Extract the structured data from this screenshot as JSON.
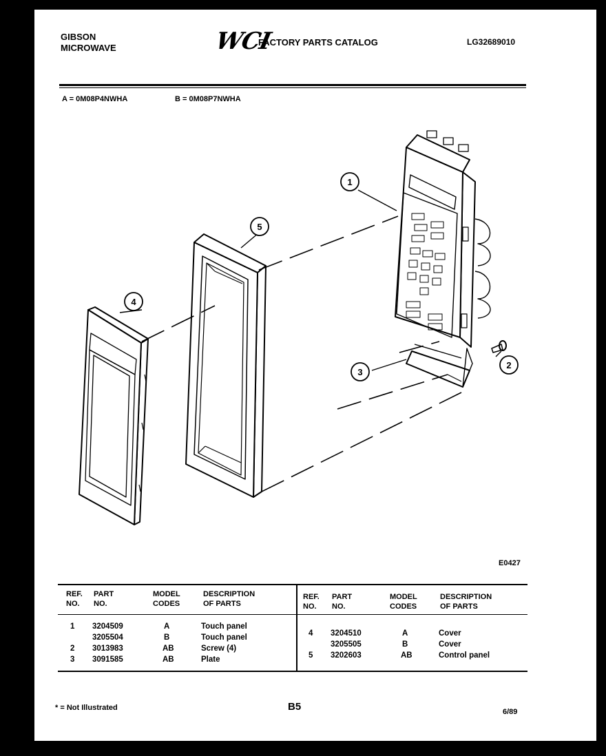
{
  "header": {
    "brand_line1": "GIBSON",
    "brand_line2": "MICROWAVE",
    "logo": "WCI",
    "catalog_title": "FACTORY PARTS CATALOG",
    "catalog_number": "LG32689010"
  },
  "models": {
    "a": "A = 0M08P4NWHA",
    "b": "B = 0M08P7NWHA"
  },
  "diagram": {
    "callouts": [
      "1",
      "2",
      "3",
      "4",
      "5"
    ],
    "code": "E0427"
  },
  "table": {
    "headers": {
      "ref": [
        "REF.",
        "NO."
      ],
      "part": [
        "PART",
        "NO."
      ],
      "model": [
        "MODEL",
        "CODES"
      ],
      "desc": [
        "DESCRIPTION",
        "OF PARTS"
      ]
    },
    "left_rows": [
      {
        "ref": "1",
        "part": "3204509",
        "model": "A",
        "desc": "Touch panel"
      },
      {
        "ref": "",
        "part": "3205504",
        "model": "B",
        "desc": "Touch panel"
      },
      {
        "ref": "2",
        "part": "3013983",
        "model": "AB",
        "desc": "Screw (4)"
      },
      {
        "ref": "3",
        "part": "3091585",
        "model": "AB",
        "desc": "Plate"
      }
    ],
    "right_rows": [
      {
        "ref": "4",
        "part": "3204510",
        "model": "A",
        "desc": "Cover"
      },
      {
        "ref": "",
        "part": "3205505",
        "model": "B",
        "desc": "Cover"
      },
      {
        "ref": "5",
        "part": "3202603",
        "model": "AB",
        "desc": "Control panel"
      }
    ]
  },
  "footer": {
    "note": "* = Not Illustrated",
    "page": "B5",
    "date": "6/89"
  }
}
